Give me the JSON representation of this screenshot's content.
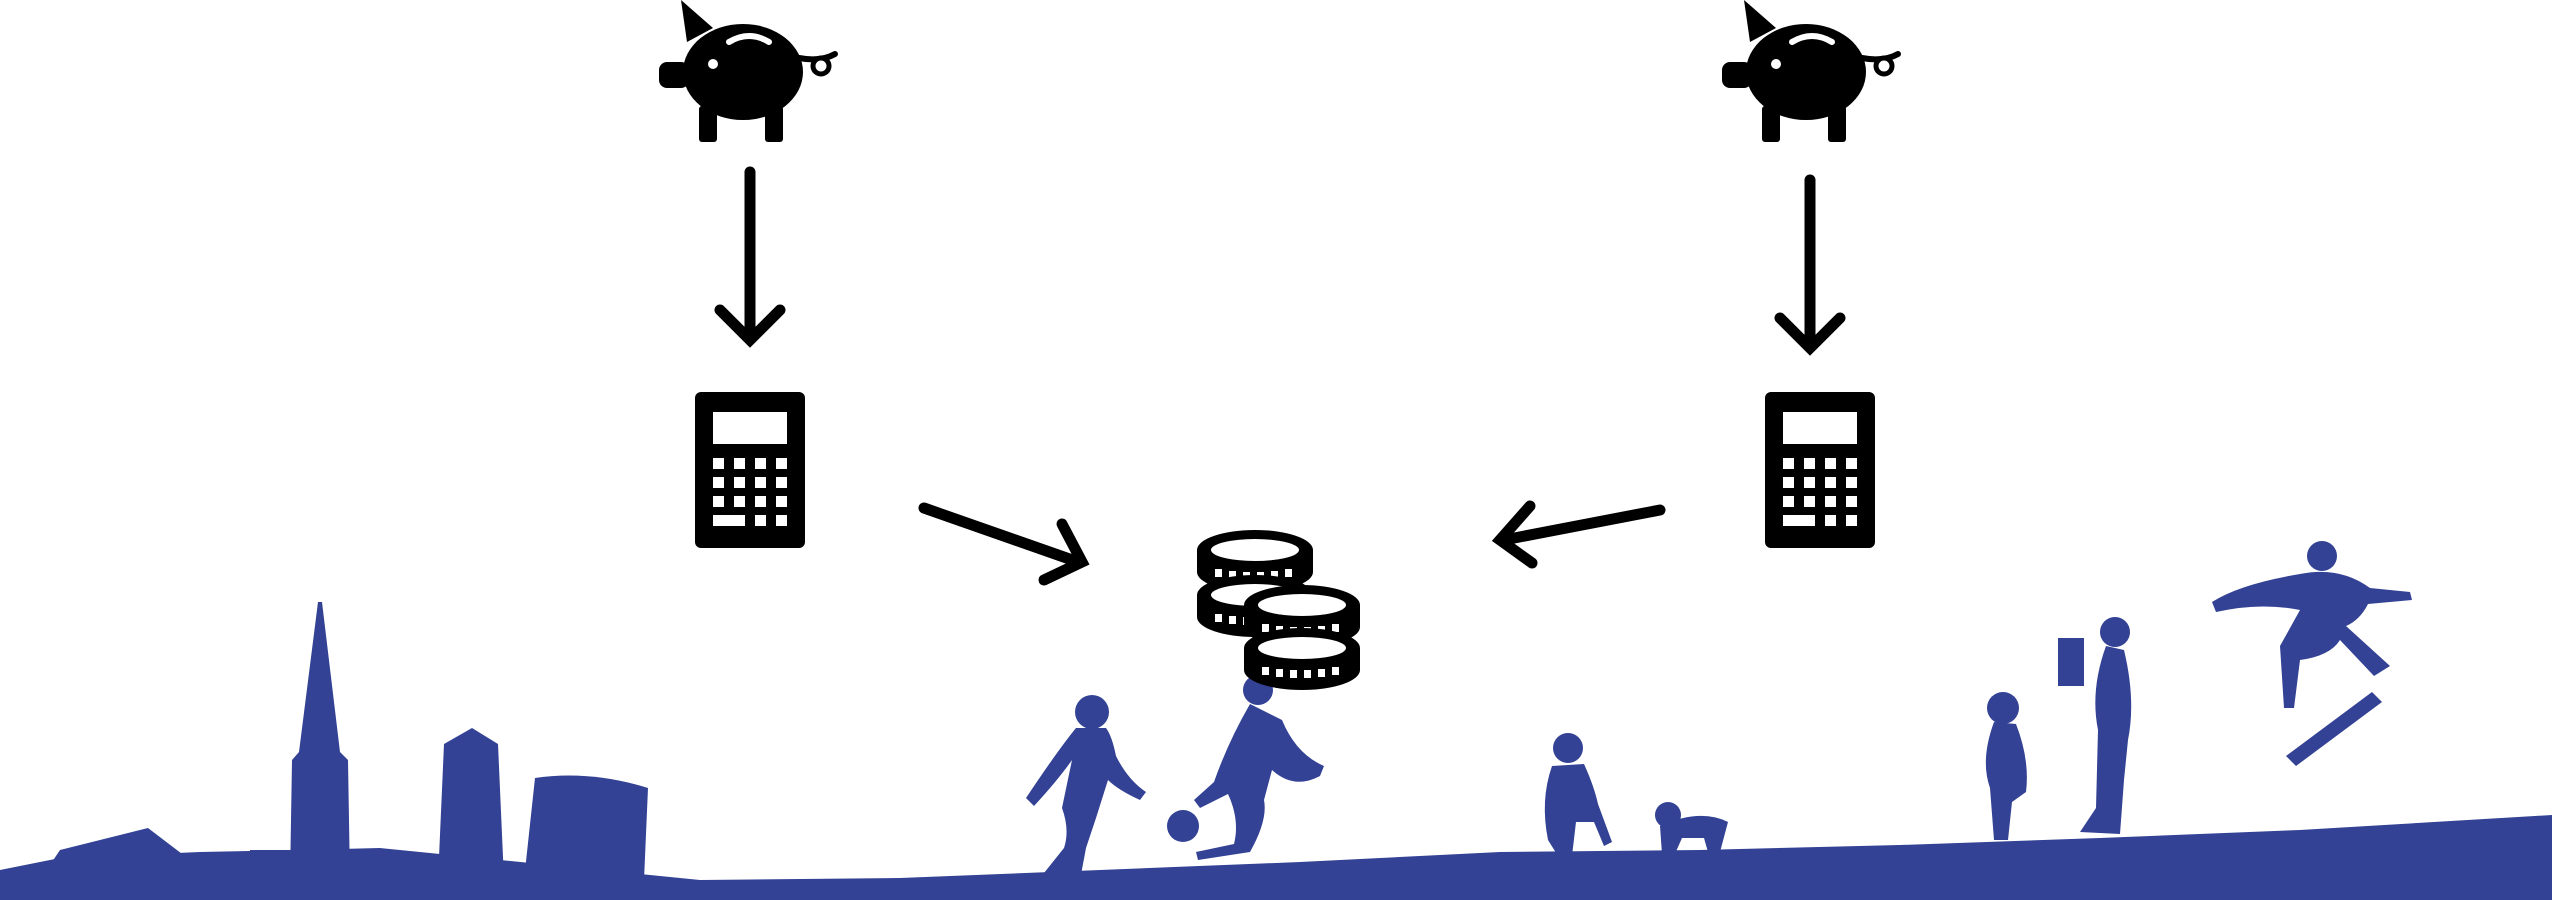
{
  "colors": {
    "icon": "#000000",
    "skyline": "#334294",
    "background": "#ffffff"
  },
  "diagram": {
    "nodes": [
      {
        "id": "piggy-bank-left",
        "icon": "piggy-bank-icon"
      },
      {
        "id": "piggy-bank-right",
        "icon": "piggy-bank-icon"
      },
      {
        "id": "calculator-left",
        "icon": "calculator-icon"
      },
      {
        "id": "calculator-right",
        "icon": "calculator-icon"
      },
      {
        "id": "coins",
        "icon": "coins-icon"
      }
    ],
    "edges": [
      {
        "from": "piggy-bank-left",
        "to": "calculator-left"
      },
      {
        "from": "piggy-bank-right",
        "to": "calculator-right"
      },
      {
        "from": "calculator-left",
        "to": "coins"
      },
      {
        "from": "calculator-right",
        "to": "coins"
      }
    ]
  },
  "decoration": {
    "footer": "city-skyline-with-children-silhouettes"
  }
}
